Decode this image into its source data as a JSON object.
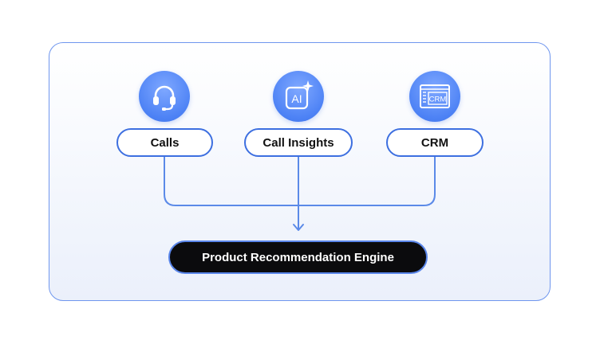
{
  "sources": [
    {
      "label": "Calls",
      "icon": "headset-icon"
    },
    {
      "label": "Call Insights",
      "icon": "ai-sparkle-icon",
      "badge_text": "AI"
    },
    {
      "label": "CRM",
      "icon": "crm-window-icon",
      "badge_text": "CRM"
    }
  ],
  "target": {
    "label": "Product Recommendation Engine"
  },
  "colors": {
    "accent": "#3d6fe0",
    "connector": "#5b8ae8",
    "icon_fill": "#4d82f5",
    "panel_border": "#6f96ee",
    "target_fill": "#0b0b0d"
  }
}
